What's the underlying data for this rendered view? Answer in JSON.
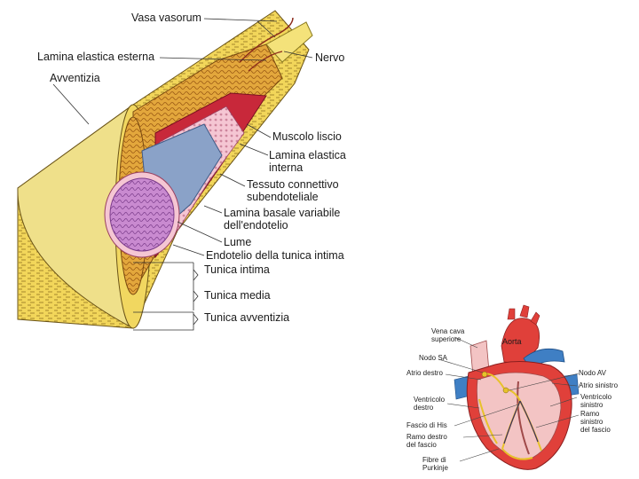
{
  "vessel_diagram": {
    "labels": {
      "vasa_vasorum": "Vasa vasorum",
      "lamina_elastica_esterna": "Lamina elastica esterna",
      "avventizia": "Avventizia",
      "nervo": "Nervo",
      "muscolo_liscio": "Muscolo liscio",
      "lamina_elastica_interna_1": "Lamina elastica",
      "lamina_elastica_interna_2": "interna",
      "tessuto_connettivo_1": "Tessuto connettivo",
      "tessuto_connettivo_2": "subendoteliale",
      "lamina_basale_1": "Lamina basale variabile",
      "lamina_basale_2": "dell'endotelio",
      "lume": "Lume",
      "endotelio": "Endotelio della tunica intima",
      "tunica_intima": "Tunica intima",
      "tunica_media": "Tunica media",
      "tunica_avventizia": "Tunica avventizia"
    },
    "colors": {
      "adventitia": "#f2d65a",
      "media": "#e3a73c",
      "elastic_red": "#c8283a",
      "endothelium_pink": "#f5c6d3",
      "basal_blue": "#8aa2c8",
      "lumen_purple": "#c98ad0",
      "nerve_yellow": "#f4e27a"
    }
  },
  "heart_diagram": {
    "labels": {
      "vena_cava_1": "Vena cava",
      "vena_cava_2": "superiore",
      "aorta": "Aorta",
      "nodo_sa": "Nodo SA",
      "atrio_destro": "Atrio destro",
      "nodo_av": "Nodo AV",
      "atrio_sinistro": "Atrio sinistro",
      "ventricolo_destro_1": "Ventricolo",
      "ventricolo_destro_2": "destro",
      "ventricolo_sinistro_1": "Ventricolo",
      "ventricolo_sinistro_2": "sinistro",
      "ramo_sinistro_1": "Ramo",
      "ramo_sinistro_2": "sinistro",
      "ramo_sinistro_3": "del fascio",
      "fascio_his": "Fascio di His",
      "ramo_destro_1": "Ramo destro",
      "ramo_destro_2": "del fascio",
      "fibre_1": "Fibre di",
      "fibre_2": "Purkinje"
    },
    "colors": {
      "heart_red": "#e0403a",
      "vessel_blue": "#3f7fc4",
      "tissue_pink": "#f3c4c4",
      "conduction_yellow": "#e8c22a"
    }
  }
}
